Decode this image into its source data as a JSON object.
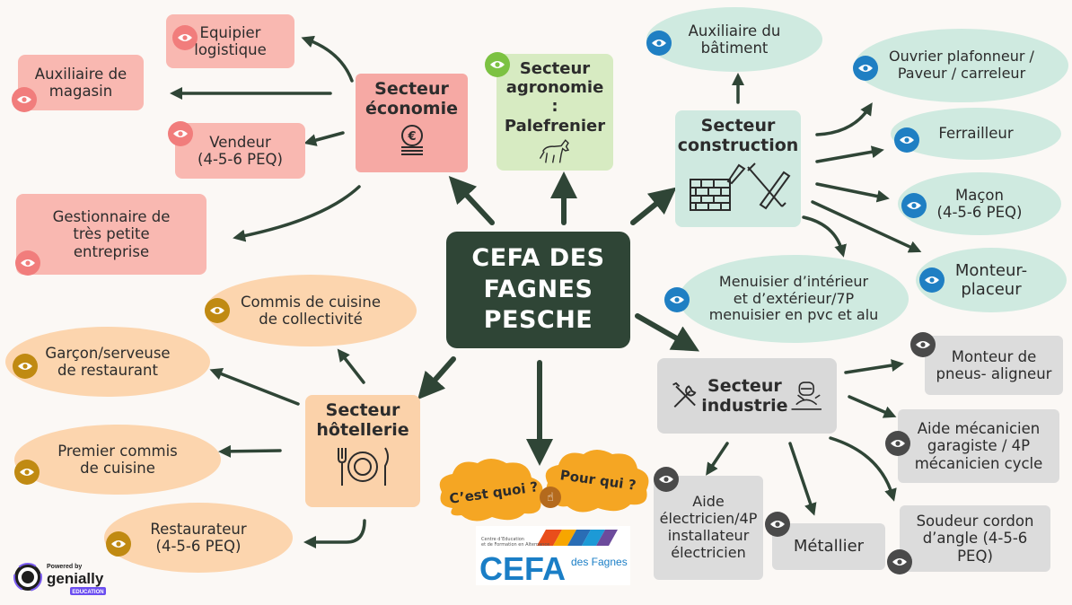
{
  "center": {
    "line1": "CEFA DES",
    "line2": "FAGNES",
    "line3": "PESCHE"
  },
  "sectors": {
    "economie": {
      "line1": "Secteur",
      "line2": "économie",
      "icon": "euro-coins-icon"
    },
    "agronomie": {
      "line1": "Secteur",
      "line2": "agronomie :",
      "line3": "Palefrenier",
      "icon": "horse-icon"
    },
    "construction": {
      "line1": "Secteur",
      "line2": "construction",
      "icon": "brick-wall-trowel-hammer-icon"
    },
    "industrie": {
      "line1": "Secteur",
      "line2": "industrie",
      "icon": "wrench-screwdriver-welder-icon"
    },
    "hotellerie": {
      "line1": "Secteur",
      "line2": "hôtellerie",
      "icon": "fork-plate-knife-icon"
    }
  },
  "jobs": {
    "equipier": {
      "line1": "Equipier",
      "line2": "logistique"
    },
    "auxiliaire_magasin": {
      "line1": "Auxiliaire de",
      "line2": "magasin"
    },
    "vendeur": {
      "line1": "Vendeur",
      "line2": "(4-5-6 PEQ)"
    },
    "gestionnaire": {
      "line1": "Gestionnaire de",
      "line2": "très petite",
      "line3": "entreprise"
    },
    "auxiliaire_batiment": {
      "line1": "Auxiliaire du",
      "line2": "bâtiment"
    },
    "ouvrier": {
      "line1": "Ouvrier plafonneur /",
      "line2": "Paveur / carreleur"
    },
    "ferrailleur": {
      "line1": "Ferrailleur"
    },
    "macon": {
      "line1": "Maçon",
      "line2": "(4-5-6 PEQ)"
    },
    "monteur_placeur": {
      "line1": "Monteur-",
      "line2": "placeur"
    },
    "menuisier": {
      "line1": "Menuisier d’intérieur",
      "line2": "et d’extérieur/7P",
      "line3": "menuisier en pvc et alu"
    },
    "monteur_pneus": {
      "line1": "Monteur de",
      "line2": "pneus- aligneur"
    },
    "aide_mecanicien": {
      "line1": "Aide mécanicien",
      "line2": "garagiste / 4P",
      "line3": "mécanicien cycle"
    },
    "soudeur": {
      "line1": "Soudeur cordon",
      "line2": "d’angle (4-5-6",
      "line3": "PEQ)"
    },
    "metallier": {
      "line1": "Métallier"
    },
    "aide_electricien": {
      "line1": "Aide",
      "line2": "électricien/4P",
      "line3": "installateur",
      "line4": "électricien"
    },
    "commis_collectivite": {
      "line1": "Commis de cuisine",
      "line2": "de collectivité"
    },
    "garcon": {
      "line1": "Garçon/serveuse",
      "line2": "de restaurant"
    },
    "premier_commis": {
      "line1": "Premier commis",
      "line2": "de cuisine"
    },
    "restaurateur": {
      "line1": "Restaurateur",
      "line2": "(4-5-6 PEQ)"
    }
  },
  "clouds": {
    "left": "C’est quoi ?",
    "right": "Pour qui ?"
  },
  "logo": {
    "small1": "Centre d’Education",
    "small2": "et de Formation en Alternance",
    "big": "CEFA",
    "suffix": "des Fagnes"
  },
  "badge": {
    "powered": "Powered by",
    "brand": "genially",
    "tag": "EDUCATION"
  },
  "colors": {
    "eye_pink": "#f17d7c",
    "eye_green": "#7cc242",
    "eye_blue": "#1f7fc3",
    "eye_gold": "#c08a12",
    "eye_grey": "#4a4a4a",
    "arrow": "#2f4536"
  }
}
